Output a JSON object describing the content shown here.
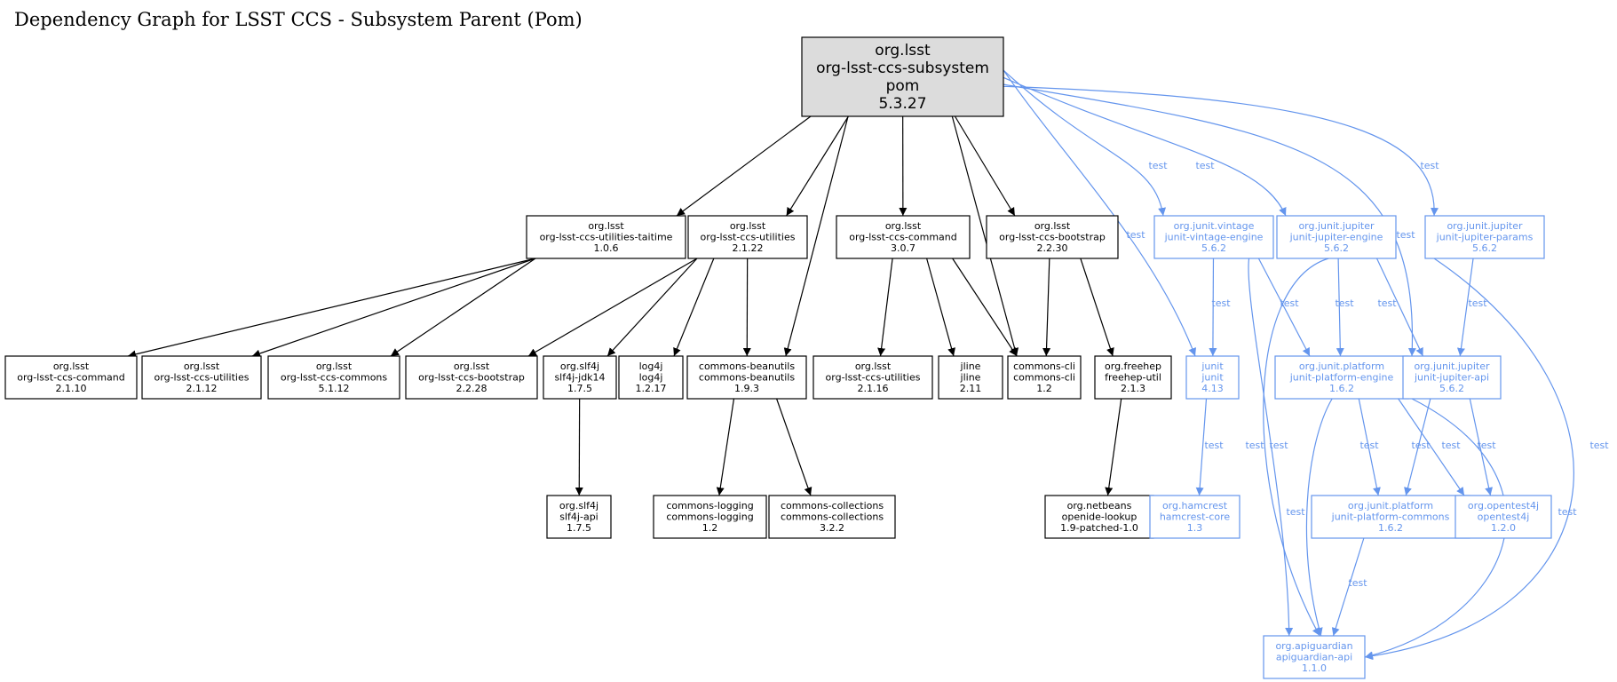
{
  "title": "Dependency Graph for LSST CCS - Subsystem Parent (Pom)",
  "colors": {
    "compile": "#000000",
    "test": "#6495ed",
    "root_fill": "#dcdcdc"
  },
  "nodes": [
    {
      "id": "root",
      "root": true,
      "lines": [
        "org.lsst",
        "org-lsst-ccs-subsystem",
        "pom",
        "5.3.27"
      ]
    },
    {
      "id": "taitime",
      "lines": [
        "org.lsst",
        "org-lsst-ccs-utilities-taitime",
        "1.0.6"
      ]
    },
    {
      "id": "util2122",
      "lines": [
        "org.lsst",
        "org-lsst-ccs-utilities",
        "2.1.22"
      ]
    },
    {
      "id": "cmd307",
      "lines": [
        "org.lsst",
        "org-lsst-ccs-command",
        "3.0.7"
      ]
    },
    {
      "id": "boot2230",
      "lines": [
        "org.lsst",
        "org-lsst-ccs-bootstrap",
        "2.2.30"
      ]
    },
    {
      "id": "vintage",
      "test": true,
      "lines": [
        "org.junit.vintage",
        "junit-vintage-engine",
        "5.6.2"
      ]
    },
    {
      "id": "jupeng",
      "test": true,
      "lines": [
        "org.junit.jupiter",
        "junit-jupiter-engine",
        "5.6.2"
      ]
    },
    {
      "id": "params",
      "test": true,
      "lines": [
        "org.junit.jupiter",
        "junit-jupiter-params",
        "5.6.2"
      ]
    },
    {
      "id": "cmd2110",
      "lines": [
        "org.lsst",
        "org-lsst-ccs-command",
        "2.1.10"
      ]
    },
    {
      "id": "util2112",
      "lines": [
        "org.lsst",
        "org-lsst-ccs-utilities",
        "2.1.12"
      ]
    },
    {
      "id": "commons5112",
      "lines": [
        "org.lsst",
        "org-lsst-ccs-commons",
        "5.1.12"
      ]
    },
    {
      "id": "boot2228",
      "lines": [
        "org.lsst",
        "org-lsst-ccs-bootstrap",
        "2.2.28"
      ]
    },
    {
      "id": "slf4jjdk",
      "lines": [
        "org.slf4j",
        "slf4j-jdk14",
        "1.7.5"
      ]
    },
    {
      "id": "log4j",
      "lines": [
        "log4j",
        "log4j",
        "1.2.17"
      ]
    },
    {
      "id": "beanutils",
      "lines": [
        "commons-beanutils",
        "commons-beanutils",
        "1.9.3"
      ]
    },
    {
      "id": "util2116",
      "lines": [
        "org.lsst",
        "org-lsst-ccs-utilities",
        "2.1.16"
      ]
    },
    {
      "id": "jline",
      "lines": [
        "jline",
        "jline",
        "2.11"
      ]
    },
    {
      "id": "cli",
      "lines": [
        "commons-cli",
        "commons-cli",
        "1.2"
      ]
    },
    {
      "id": "freehep",
      "lines": [
        "org.freehep",
        "freehep-util",
        "2.1.3"
      ]
    },
    {
      "id": "junit",
      "test": true,
      "lines": [
        "junit",
        "junit",
        "4.13"
      ]
    },
    {
      "id": "plateng",
      "test": true,
      "lines": [
        "org.junit.platform",
        "junit-platform-engine",
        "1.6.2"
      ]
    },
    {
      "id": "jupapi",
      "test": true,
      "lines": [
        "org.junit.jupiter",
        "junit-jupiter-api",
        "5.6.2"
      ]
    },
    {
      "id": "slf4japi",
      "lines": [
        "org.slf4j",
        "slf4j-api",
        "1.7.5"
      ]
    },
    {
      "id": "logging",
      "lines": [
        "commons-logging",
        "commons-logging",
        "1.2"
      ]
    },
    {
      "id": "collections",
      "lines": [
        "commons-collections",
        "commons-collections",
        "3.2.2"
      ]
    },
    {
      "id": "openide",
      "lines": [
        "org.netbeans",
        "openide-lookup",
        "1.9-patched-1.0"
      ]
    },
    {
      "id": "hamcrest",
      "test": true,
      "lines": [
        "org.hamcrest",
        "hamcrest-core",
        "1.3"
      ]
    },
    {
      "id": "platcommons",
      "test": true,
      "lines": [
        "org.junit.platform",
        "junit-platform-commons",
        "1.6.2"
      ]
    },
    {
      "id": "opentest4j",
      "test": true,
      "lines": [
        "org.opentest4j",
        "opentest4j",
        "1.2.0"
      ]
    },
    {
      "id": "apiguardian",
      "test": true,
      "lines": [
        "org.apiguardian",
        "apiguardian-api",
        "1.1.0"
      ]
    }
  ],
  "edges": [
    {
      "from": "root",
      "to": "taitime"
    },
    {
      "from": "root",
      "to": "util2122"
    },
    {
      "from": "root",
      "to": "beanutils"
    },
    {
      "from": "root",
      "to": "cmd307"
    },
    {
      "from": "root",
      "to": "cli"
    },
    {
      "from": "root",
      "to": "boot2230"
    },
    {
      "from": "root",
      "to": "junit",
      "label": "test"
    },
    {
      "from": "root",
      "to": "vintage",
      "label": "test"
    },
    {
      "from": "root",
      "to": "jupeng",
      "label": "test"
    },
    {
      "from": "root",
      "to": "jupapi",
      "label": "test"
    },
    {
      "from": "root",
      "to": "params",
      "label": "test"
    },
    {
      "from": "taitime",
      "to": "cmd2110"
    },
    {
      "from": "taitime",
      "to": "util2112"
    },
    {
      "from": "taitime",
      "to": "commons5112"
    },
    {
      "from": "util2122",
      "to": "boot2228"
    },
    {
      "from": "util2122",
      "to": "slf4jjdk"
    },
    {
      "from": "util2122",
      "to": "log4j"
    },
    {
      "from": "util2122",
      "to": "beanutils"
    },
    {
      "from": "cmd307",
      "to": "util2116"
    },
    {
      "from": "cmd307",
      "to": "jline"
    },
    {
      "from": "cmd307",
      "to": "cli"
    },
    {
      "from": "boot2230",
      "to": "cli"
    },
    {
      "from": "boot2230",
      "to": "freehep"
    },
    {
      "from": "slf4jjdk",
      "to": "slf4japi"
    },
    {
      "from": "beanutils",
      "to": "logging"
    },
    {
      "from": "beanutils",
      "to": "collections"
    },
    {
      "from": "freehep",
      "to": "openide"
    },
    {
      "from": "vintage",
      "to": "junit",
      "label": "test"
    },
    {
      "from": "vintage",
      "to": "plateng",
      "label": "test"
    },
    {
      "from": "vintage",
      "to": "apiguardian",
      "label": "test"
    },
    {
      "from": "jupeng",
      "to": "plateng",
      "label": "test"
    },
    {
      "from": "jupeng",
      "to": "jupapi",
      "label": "test"
    },
    {
      "from": "jupeng",
      "to": "apiguardian",
      "label": "test"
    },
    {
      "from": "params",
      "to": "jupapi",
      "label": "test"
    },
    {
      "from": "params",
      "to": "apiguardian",
      "label": "test"
    },
    {
      "from": "junit",
      "to": "hamcrest",
      "label": "test"
    },
    {
      "from": "plateng",
      "to": "platcommons",
      "label": "test"
    },
    {
      "from": "plateng",
      "to": "opentest4j",
      "label": "test"
    },
    {
      "from": "plateng",
      "to": "apiguardian",
      "label": "test"
    },
    {
      "from": "jupapi",
      "to": "platcommons",
      "label": "test"
    },
    {
      "from": "jupapi",
      "to": "opentest4j",
      "label": "test"
    },
    {
      "from": "jupapi",
      "to": "apiguardian",
      "label": "test"
    },
    {
      "from": "platcommons",
      "to": "apiguardian",
      "label": "test"
    }
  ]
}
